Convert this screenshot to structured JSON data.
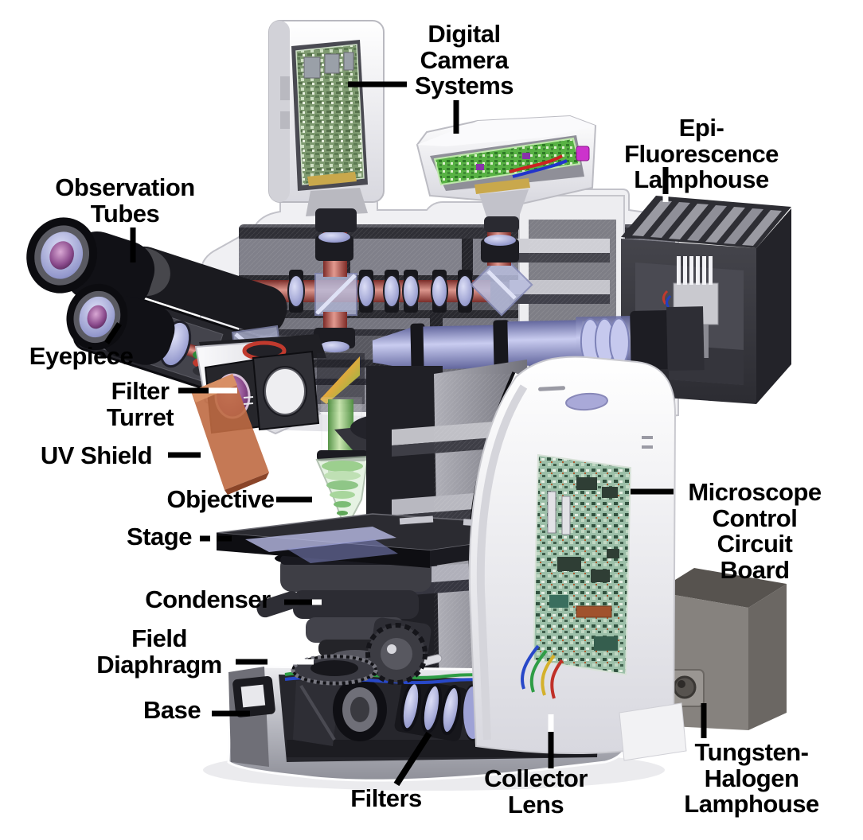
{
  "figure": {
    "background": "#ffffff",
    "label_color": "#000000",
    "beam_red": "#b5524a",
    "beam_green": "#7cc069",
    "beam_violet": "#a8aad6",
    "uv_shield_orange": "#bf6a42",
    "pcb_green": "#9cbfa8"
  },
  "labels": [
    {
      "id": "digital-camera-systems",
      "text": "Digital\nCamera\nSystems"
    },
    {
      "id": "epi-fluorescence-lamphouse",
      "text": "Epi-Fluorescence\nLamphouse"
    },
    {
      "id": "observation-tubes",
      "text": "Observation\nTubes"
    },
    {
      "id": "eyepiece",
      "text": "Eyepiece"
    },
    {
      "id": "filter-turret",
      "text": "Filter\nTurret"
    },
    {
      "id": "uv-shield",
      "text": "UV Shield"
    },
    {
      "id": "objective",
      "text": "Objective"
    },
    {
      "id": "stage",
      "text": "Stage"
    },
    {
      "id": "condenser",
      "text": "Condenser"
    },
    {
      "id": "field-diaphragm",
      "text": "Field\nDiaphragm"
    },
    {
      "id": "base",
      "text": "Base"
    },
    {
      "id": "filters",
      "text": "Filters"
    },
    {
      "id": "collector-lens",
      "text": "Collector\nLens"
    },
    {
      "id": "microscope-control-circuit-board",
      "text": "Microscope\nControl\nCircuit\nBoard"
    },
    {
      "id": "tungsten-halogen-lamphouse",
      "text": "Tungsten-\nHalogen\nLamphouse"
    }
  ]
}
